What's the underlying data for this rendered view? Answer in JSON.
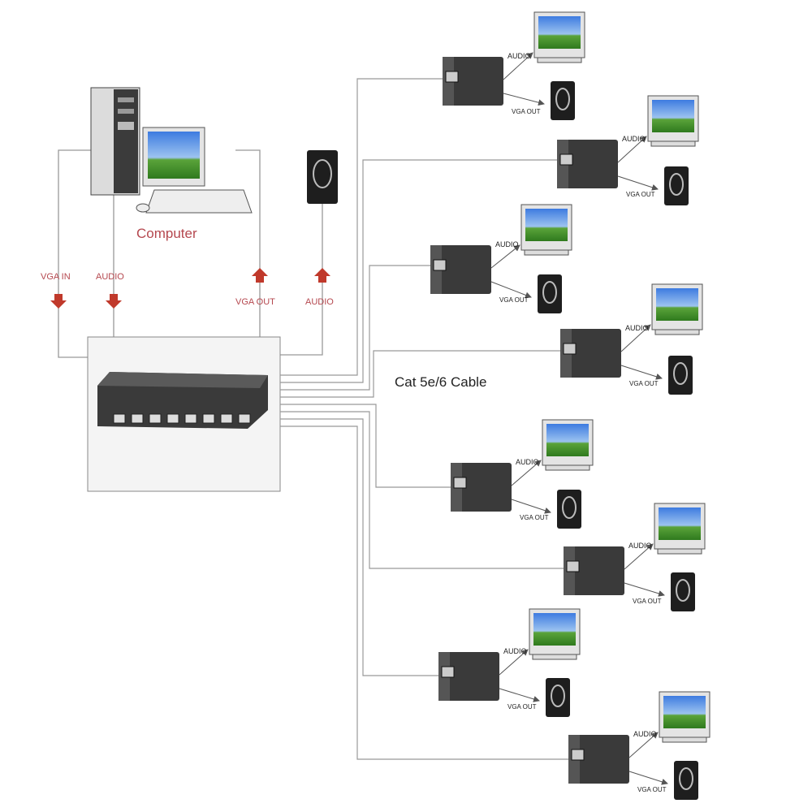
{
  "source": {
    "computer_label": "Computer",
    "vga_in_label": "VGA IN",
    "audio_in_label": "AUDIO",
    "vga_out_label": "VGA OUT",
    "audio_out_label": "AUDIO"
  },
  "cable_label": "Cat 5e/6 Cable",
  "receivers": [
    {
      "audio": "AUDIO",
      "vga_out": "VGA OUT"
    },
    {
      "audio": "AUDIO",
      "vga_out": "VGA OUT"
    },
    {
      "audio": "AUDIO",
      "vga_out": "VGA OUT"
    },
    {
      "audio": "AUDIO",
      "vga_out": "VGA OUT"
    },
    {
      "audio": "AUDIO",
      "vga_out": "VGA OUT"
    },
    {
      "audio": "AUDIO",
      "vga_out": "VGA OUT"
    },
    {
      "audio": "AUDIO",
      "vga_out": "VGA OUT"
    },
    {
      "audio": "AUDIO",
      "vga_out": "VGA OUT"
    }
  ],
  "colors": {
    "label_red": "#b5484f",
    "line": "#999999",
    "device": "#3a3a3a"
  }
}
